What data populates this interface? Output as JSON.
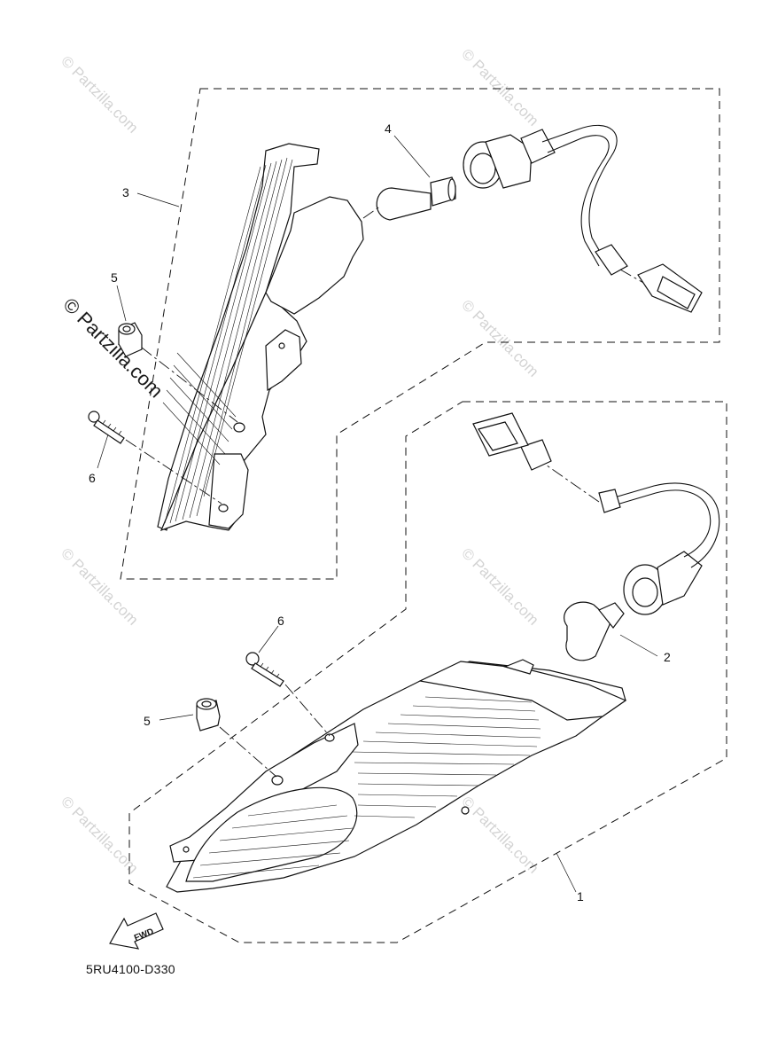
{
  "diagram": {
    "part_code": "5RU4100-D330",
    "fwd_label": "FWD",
    "watermark": "© Partzilla.com",
    "callouts": {
      "c1": "1",
      "c2": "2",
      "c3": "3",
      "c4": "4",
      "c5_upper": "5",
      "c6_upper": "6",
      "c5_lower": "5",
      "c6_lower": "6"
    }
  }
}
